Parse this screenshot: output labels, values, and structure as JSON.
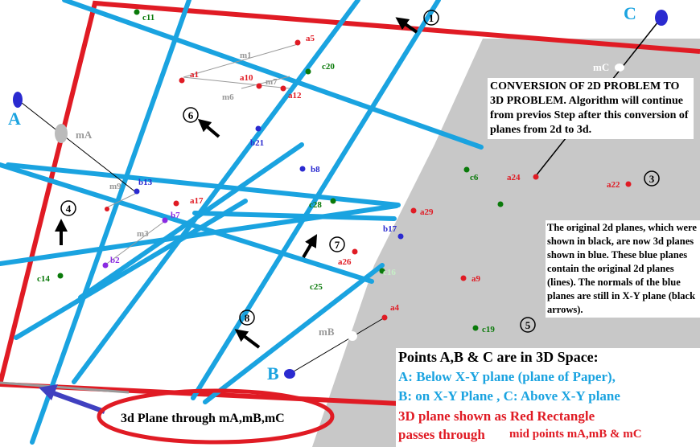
{
  "labels": {
    "A": "A",
    "B": "B",
    "C": "C",
    "mA": "mA",
    "mB": "mB",
    "mC": "mC",
    "m1": "m1",
    "m6": "m6",
    "m7": "m7",
    "m9": "m9",
    "m3": "m3",
    "a1": "a1",
    "a4": "a4",
    "a5": "a5",
    "a9": "a9",
    "a10": "a10",
    "a12": "a12",
    "a17": "a17",
    "a22": "a22",
    "a24": "a24",
    "a26": "a26",
    "a29": "a29",
    "b2": "b2",
    "b7": "b7",
    "b13": "b13",
    "b17": "b17",
    "b21": "b21",
    "b8": "b8",
    "c6": "c6",
    "c11": "c11",
    "c14": "c14",
    "c16": "c16",
    "c19": "c19",
    "c20": "c20",
    "c25": "c25",
    "c28": "c28",
    "n1": "1",
    "n3": "3",
    "n4": "4",
    "n5": "5",
    "n6": "6",
    "n7": "7",
    "n8": "8"
  },
  "ellipse_label": "3d Plane through mA,mB,mC",
  "notes": {
    "conversion": "CONVERSION OF 2D PROBLEM TO 3D PROBLEM.  Algorithm will continue from previos Step after this conversion of planes from 2d to 3d.",
    "original": "The original 2d planes, which were shown in black, are now 3d planes shown in blue. These blue planes contain the original 2d planes (lines). The normals of the blue planes are still in X-Y plane (black arrows)."
  },
  "points_box": {
    "heading": "Points A,B  & C are in 3D Space:",
    "a_line": "A: Below X-Y plane (plane of Paper),",
    "b_line": "B: on X-Y Plane , C: Above X-Y plane",
    "red_line1": "3D plane shown as Red Rectangle",
    "red_line2": "passes through",
    "red_line3": "mid points mA,mB & mC"
  },
  "colors": {
    "blue_plane": "#1aa3e0",
    "red_plane": "#e01b24",
    "gray_region": "#c8c8c8",
    "point_blue": "#2a2ad0",
    "point_green": "#0a7a0a",
    "point_red": "#e01b24",
    "arrow_indigo": "#4040c0"
  }
}
